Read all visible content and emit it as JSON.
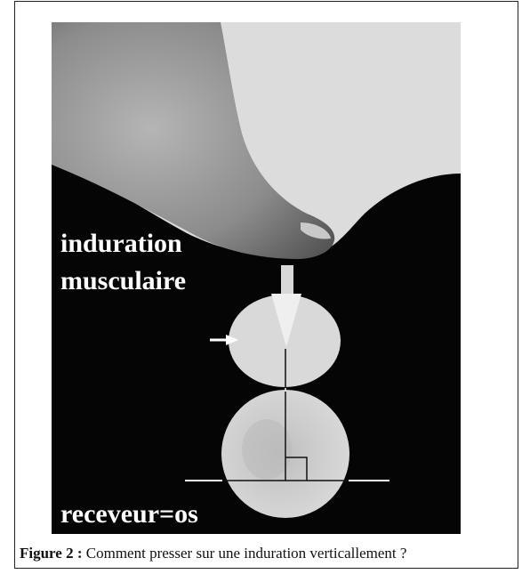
{
  "figure": {
    "labels": {
      "induration_line1": "induration",
      "induration_line2": "musculaire",
      "receiver": "receveur=os"
    },
    "colors": {
      "background_dark": "#050505",
      "sky_light": "#dcdcdc",
      "finger": "#8a8a8a",
      "nodule_fill": "#d9d9d9",
      "bone_fill": "#d2d2d2",
      "arrow_fill": "#d8d8d8",
      "label_text": "#ffffff"
    }
  },
  "caption": {
    "label": "Figure 2 :",
    "text": " Comment presser sur une induration verticallement ?"
  }
}
